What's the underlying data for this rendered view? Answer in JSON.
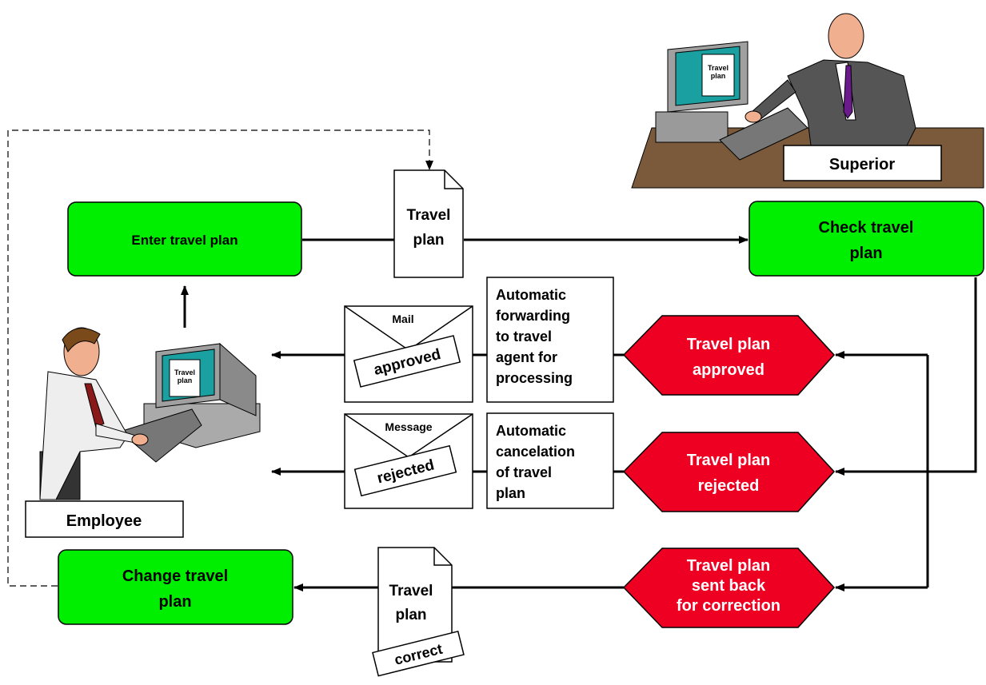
{
  "colors": {
    "process_fill": "#00ee00",
    "event_fill": "#ee0022",
    "event_text": "#ffffff",
    "line": "#000000",
    "desk": "#7a5a3a"
  },
  "processes": {
    "enter_travel_plan": "Enter travel plan",
    "check_travel_plan": [
      "Check travel",
      "plan"
    ],
    "change_travel_plan": [
      "Change travel",
      "plan"
    ]
  },
  "events": {
    "approved": [
      "Travel plan",
      "approved"
    ],
    "rejected": [
      "Travel plan",
      "rejected"
    ],
    "sent_back": [
      "Travel plan",
      "sent back",
      "for correction"
    ]
  },
  "documents": {
    "travel_plan_top": [
      "Travel",
      "plan"
    ],
    "travel_plan_bottom": [
      "Travel",
      "plan"
    ],
    "correct_stamp": "correct"
  },
  "envelopes": {
    "mail_title": "Mail",
    "approved_stamp": "approved",
    "message_title": "Message",
    "rejected_stamp": "rejected"
  },
  "notes": {
    "forwarding": [
      "Automatic",
      "forwarding",
      "to travel",
      "agent for",
      "processing"
    ],
    "cancelation": [
      "Automatic",
      "cancelation",
      "of travel",
      "plan"
    ]
  },
  "actors": {
    "superior": "Superior",
    "employee": "Employee",
    "screen_doc": [
      "Travel",
      "plan"
    ]
  },
  "icons": [
    "computer-icon",
    "person-icon",
    "keyboard-icon",
    "arrow-icon"
  ]
}
